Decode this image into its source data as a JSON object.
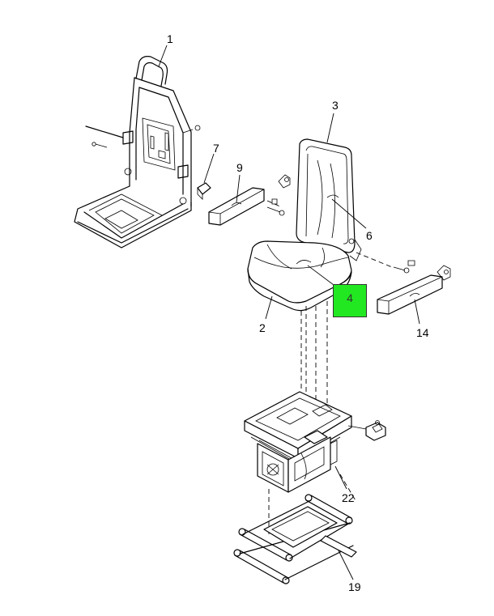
{
  "callouts": {
    "c1": "1",
    "c2": "2",
    "c3": "3",
    "c6": "6",
    "c7": "7",
    "c9": "9",
    "c14": "14",
    "c19": "19",
    "c22": "22"
  },
  "highlight": {
    "label": "4",
    "color": "#22e822"
  }
}
